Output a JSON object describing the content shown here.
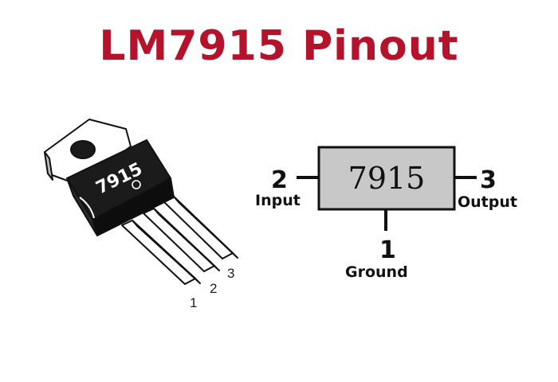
{
  "title": "LM7915 Pinout",
  "colors": {
    "title": "#b5122b",
    "body": "#222222",
    "box_fill": "#c8c8c8"
  },
  "package": {
    "marking": "7915",
    "pin_numbers": [
      "1",
      "2",
      "3"
    ]
  },
  "symbol": {
    "label": "7915",
    "pins": {
      "input": {
        "number": "2",
        "name": "Input"
      },
      "output": {
        "number": "3",
        "name": "Output"
      },
      "ground": {
        "number": "1",
        "name": "Ground"
      }
    }
  }
}
